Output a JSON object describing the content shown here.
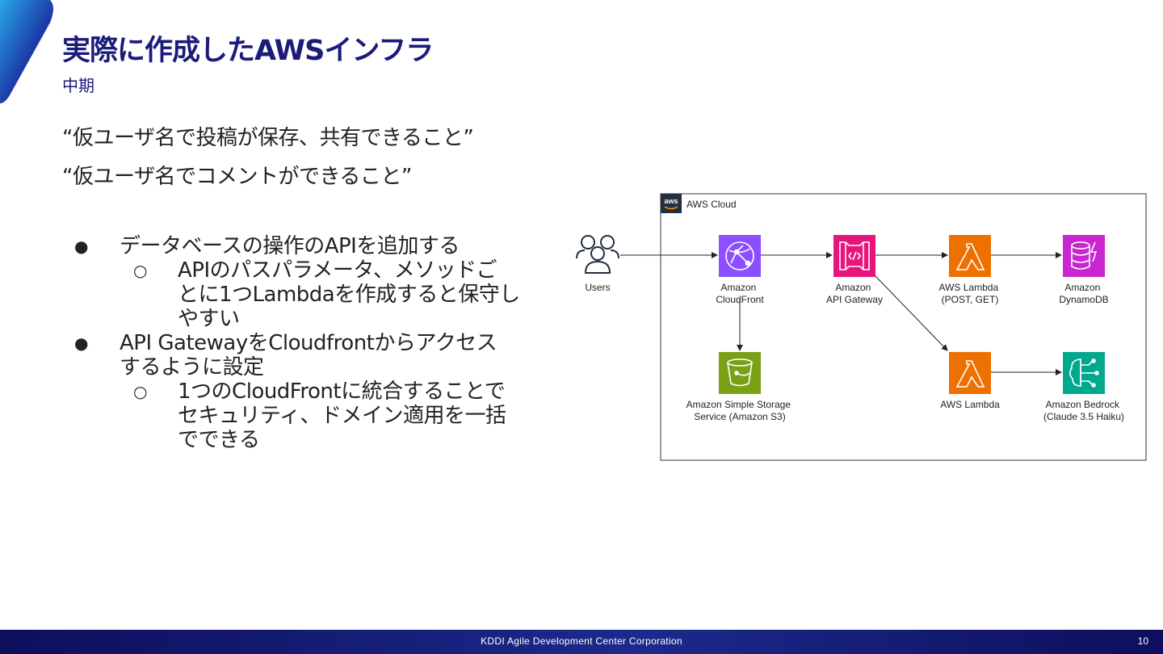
{
  "slide": {
    "title": "実際に作成したAWSインフラ",
    "subtitle": "中期",
    "requirements": [
      "“仮ユーザ名で投稿が保存、共有できること”",
      "“仮ユーザ名でコメントができること”"
    ],
    "bullets": [
      {
        "lines": [
          "データベースの操作のAPIを追加する"
        ],
        "subs": [
          {
            "lines": [
              "APIのパスパラメータ、メソッドご",
              "とに1つLambdaを作成すると保守し",
              "やすい"
            ]
          }
        ]
      },
      {
        "lines": [
          "API GatewayをCloudfrontからアクセス",
          "するように設定"
        ],
        "subs": [
          {
            "lines": [
              "1つのCloudFrontに統合することで",
              "セキュリティ、ドメイン適用を一括",
              "でできる"
            ]
          }
        ]
      }
    ]
  },
  "diagram": {
    "group_logo": "aws",
    "group_label": "AWS Cloud",
    "nodes": {
      "users": {
        "label": [
          "Users"
        ]
      },
      "cloudfront": {
        "label": [
          "Amazon",
          "CloudFront"
        ],
        "color": "#8c4fff"
      },
      "apigw": {
        "label": [
          "Amazon",
          "API Gateway"
        ],
        "color": "#e7157b"
      },
      "lambda1": {
        "label": [
          "AWS Lambda",
          "(POST, GET)"
        ],
        "color": "#ed7100"
      },
      "dynamodb": {
        "label": [
          "Amazon",
          "DynamoDB"
        ],
        "color": "#c925d1"
      },
      "s3": {
        "label": [
          "Amazon Simple Storage",
          "Service (Amazon S3)"
        ],
        "color": "#7aa116"
      },
      "lambda2": {
        "label": [
          "AWS Lambda"
        ],
        "color": "#ed7100"
      },
      "bedrock": {
        "label": [
          "Amazon Bedrock",
          "(Claude 3.5 Haiku)"
        ],
        "color": "#01a88d"
      }
    }
  },
  "footer": {
    "company": "KDDI Agile Development Center Corporation",
    "page": "10"
  }
}
